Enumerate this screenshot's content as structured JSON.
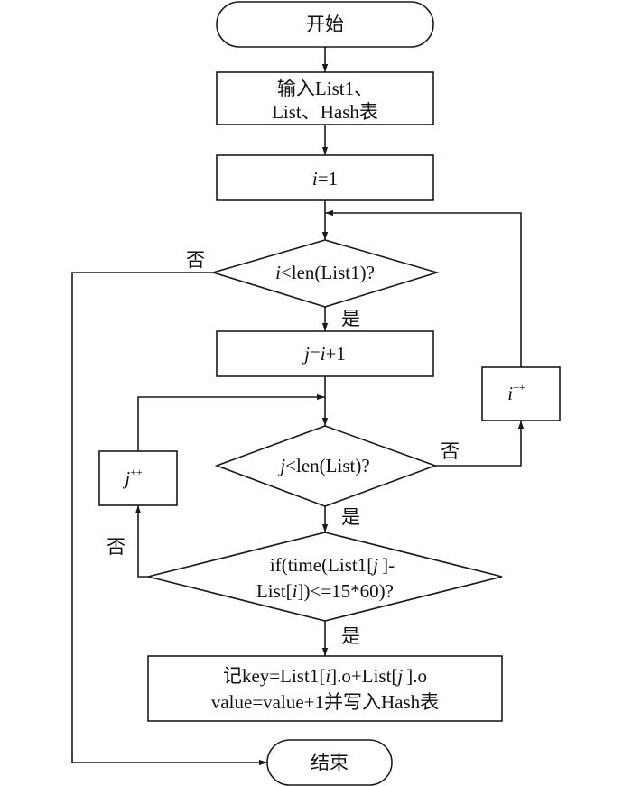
{
  "start": {
    "label": "开始"
  },
  "input": {
    "line1": "输入List1、",
    "line2": "List、Hash表"
  },
  "init_i": {
    "var": "i",
    "rest": "=1"
  },
  "cond_i": {
    "var": "i",
    "rest": "<len(List1)?"
  },
  "init_j": {
    "var1": "j",
    "eq": "=",
    "var2": "i",
    "rest": "+1"
  },
  "inc_i": {
    "var": "i",
    "sup": "++"
  },
  "inc_j": {
    "var": "j",
    "sup": "++"
  },
  "cond_j": {
    "var": "j",
    "rest": "<len(List)?"
  },
  "cond_time": {
    "l1_a": "if(time(List1[",
    "l1_var": "j",
    "l1_b": "]-",
    "l2_a": "List[",
    "l2_var": "i",
    "l2_b": "])<=15*60)?"
  },
  "record": {
    "l1_a": "记key=List1[",
    "l1_var1": "i",
    "l1_b": "].o+List[",
    "l1_var2": "j",
    "l1_c": "].o",
    "l2": "value=value+1并写入Hash表"
  },
  "end": {
    "label": "结束"
  },
  "edge_labels": {
    "yes_cond_i": "是",
    "no_cond_i": "否",
    "yes_cond_j": "是",
    "no_cond_j": "否",
    "yes_cond_time": "是",
    "no_cond_time": "否"
  }
}
